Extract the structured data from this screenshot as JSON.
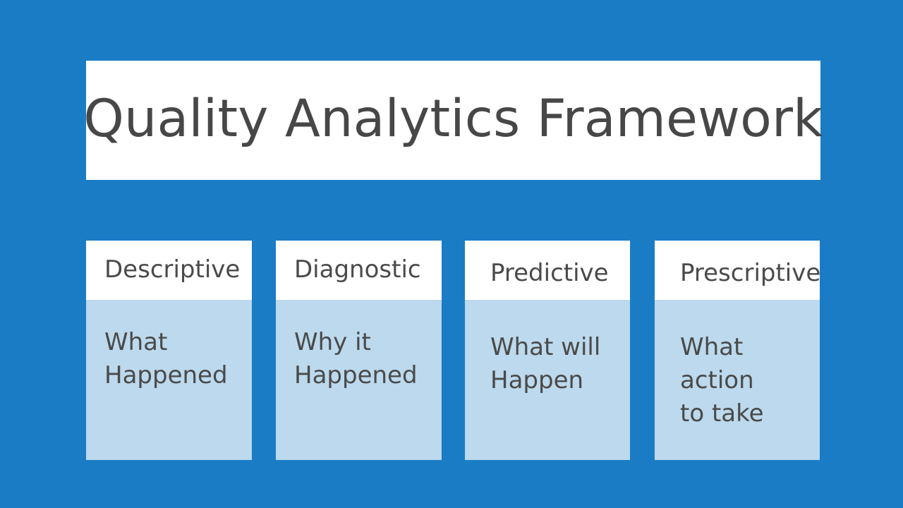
{
  "slide": {
    "background_color": "#1b7cc6",
    "title": "Quality Analytics Framework"
  },
  "theme": {
    "background_blue": "#1b7cc6",
    "card_header_bg": "#ffffff",
    "card_body_bg": "#bcd9ed",
    "text_color": "#4a4a4a",
    "title_color": "#474747"
  },
  "cards": [
    {
      "header": "Descriptive",
      "body": "What\nHappened"
    },
    {
      "header": "Diagnostic",
      "body": "Why it\nHappened"
    },
    {
      "header": "Predictive",
      "body": "What will\nHappen"
    },
    {
      "header": "Prescriptive",
      "body": "What action\nto take"
    }
  ]
}
